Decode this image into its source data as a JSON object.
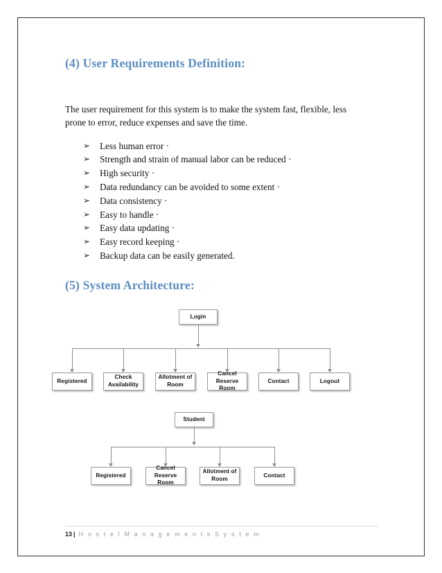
{
  "document": {
    "page_border_color": "#2e2e2e",
    "heading_color": "#5b8dc2"
  },
  "sections": {
    "user_requirements": {
      "heading": "(4) User Requirements Definition:",
      "paragraph": "The user requirement for this system is to make the system fast, flexible, less prone to error, reduce expenses and save the time.",
      "bullet_glyph": "➢",
      "items": [
        "Less human error ·",
        "Strength and strain of manual labor can be reduced ·",
        "High security ·",
        "Data redundancy can be avoided to some extent ·",
        "Data consistency ·",
        "Easy to handle ·",
        "Easy data updating ·",
        "Easy record keeping ·",
        "Backup data can be easily generated."
      ]
    },
    "system_architecture": {
      "heading": "(5) System Architecture:",
      "diagrams": [
        {
          "id": "login-diagram",
          "root": "Login",
          "children": [
            "Registered",
            "Check Availability",
            "Allotment of Room",
            "Cancel Reserve Room",
            "Contact",
            "Logout"
          ]
        },
        {
          "id": "student-diagram",
          "root": "Student",
          "children": [
            "Registered",
            "Cancel Reserve Room",
            "Allotment of Room",
            "Contact"
          ]
        }
      ]
    }
  },
  "footer": {
    "page_number": "13",
    "separator": "|",
    "title": "H o s t e l   M a n a g e m e n t s   S y s t e m"
  }
}
